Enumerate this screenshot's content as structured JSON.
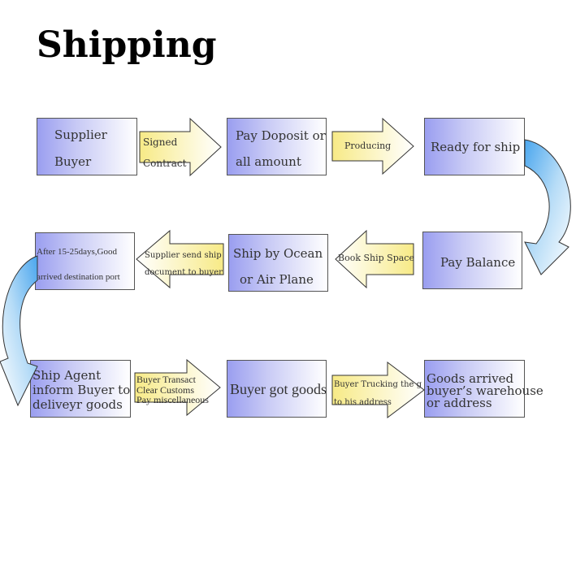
{
  "title": "Shipping",
  "boxes": {
    "supplier_buyer": {
      "line1": "Supplier",
      "line2": "Buyer"
    },
    "pay_deposit": {
      "line1": "Pay Doposit or",
      "line2": "all amount"
    },
    "ready_for_ship": {
      "line1": "Ready for ship"
    },
    "pay_balance": {
      "line1": "Pay Balance"
    },
    "ship_by_ocean": {
      "line1": "Ship by Ocean",
      "line2": "or Air Plane"
    },
    "after_days": {
      "line1": "After 15-25days,Good",
      "line2": "arrived destination port"
    },
    "ship_agent": {
      "line1": "Ship Agent",
      "line2": "inform Buyer to",
      "line3": "deliveyr goods"
    },
    "buyer_got_goods": {
      "line1": "Buyer got goods"
    },
    "goods_arrived": {
      "line1": "Goods arrived",
      "line2": "buyer’s warehouse",
      "line3": "or address"
    }
  },
  "arrows": {
    "signed_contract": {
      "line1": "Signed",
      "line2": "Contract"
    },
    "producing": {
      "line1": "Producing"
    },
    "book_ship_space": {
      "line1": "Book Ship Space"
    },
    "supplier_send": {
      "line1": "Supplier send ship",
      "line2": "document to buyer"
    },
    "buyer_transact": {
      "line1": "Buyer Transact",
      "line2": "Clear Customs",
      "line3": "Pay miscellaneous"
    },
    "buyer_trucking": {
      "line1": "Buyer Trucking the g",
      "line2": "to his address"
    }
  },
  "colors": {
    "box_gradient_start": "#9a9ef0",
    "arrow_fill": "#fbf2a8",
    "curve_arrow": "#64b2ee"
  }
}
